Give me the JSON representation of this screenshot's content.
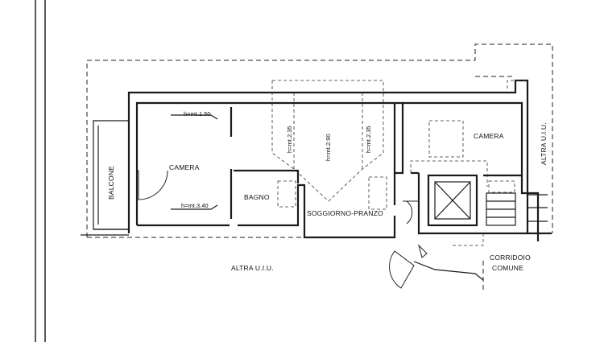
{
  "labels": {
    "balcone": "BALCONE",
    "camera_left": "CAMERA",
    "h_150": "h=mt.1.50",
    "h_340": "h=mt.3.40",
    "bagno": "BAGNO",
    "h_235_a": "h=mt.2.35",
    "h_290": "h=mt.2.90",
    "h_235_b": "h=mt.2.35",
    "soggiorno": "SOGGIORNO-PRANZO",
    "camera_right": "CAMERA",
    "altra_uiu_right": "ALTRA U.I.U.",
    "altra_uiu_bottom": "ALTRA U.I.U.",
    "corridoio": "CORRIDOIO",
    "comune": "COMUNE"
  }
}
